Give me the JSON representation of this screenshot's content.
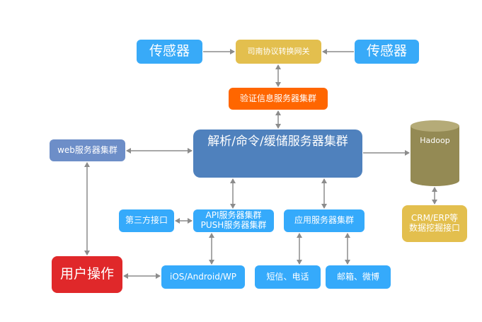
{
  "diagram": {
    "nodes": {
      "sensor_left": "传感器",
      "sensor_right": "传感器",
      "gateway": "司南协议转换网关",
      "auth_cluster": "验证信息服务器集群",
      "main_cluster": "解析/命令/缓储服务器集群",
      "web_cluster": "web服务器集群",
      "hadoop": "Hadoop",
      "crm_line1": "CRM/ERP等",
      "crm_line2": "数据挖掘接口",
      "third_party": "第三方接口",
      "api_line1": "API服务器集群",
      "api_line2": "PUSH服务器集群",
      "app_cluster": "应用服务器集群",
      "user_ops": "用户操作",
      "mobile": "iOS/Android/WP",
      "sms_phone": "短信、电话",
      "email_weibo": "邮箱、微博"
    },
    "edges": [
      {
        "from": "sensor_left",
        "to": "gateway",
        "direction": "forward"
      },
      {
        "from": "sensor_right",
        "to": "gateway",
        "direction": "forward"
      },
      {
        "from": "gateway",
        "to": "auth_cluster",
        "direction": "both"
      },
      {
        "from": "auth_cluster",
        "to": "main_cluster",
        "direction": "both"
      },
      {
        "from": "web_cluster",
        "to": "main_cluster",
        "direction": "both"
      },
      {
        "from": "main_cluster",
        "to": "hadoop",
        "direction": "forward"
      },
      {
        "from": "hadoop",
        "to": "crm",
        "direction": "both"
      },
      {
        "from": "web_cluster",
        "to": "user_ops",
        "direction": "both"
      },
      {
        "from": "main_cluster",
        "to": "api_cluster",
        "direction": "both"
      },
      {
        "from": "main_cluster",
        "to": "app_cluster",
        "direction": "both"
      },
      {
        "from": "third_party",
        "to": "api_cluster",
        "direction": "both"
      },
      {
        "from": "api_cluster",
        "to": "mobile",
        "direction": "both"
      },
      {
        "from": "user_ops",
        "to": "mobile",
        "direction": "both"
      },
      {
        "from": "app_cluster",
        "to": "sms_phone",
        "direction": "both"
      },
      {
        "from": "app_cluster",
        "to": "email_weibo",
        "direction": "both"
      }
    ],
    "colors": {
      "sensor": "#38aaf8",
      "gateway": "#e3bf4e",
      "auth": "#ff6600",
      "main": "#4f81bd",
      "web": "#6d8ec8",
      "service": "#35aafb",
      "user": "#e0282a",
      "hadoop": "#948a54",
      "arrow": "#8c8c8c"
    }
  }
}
